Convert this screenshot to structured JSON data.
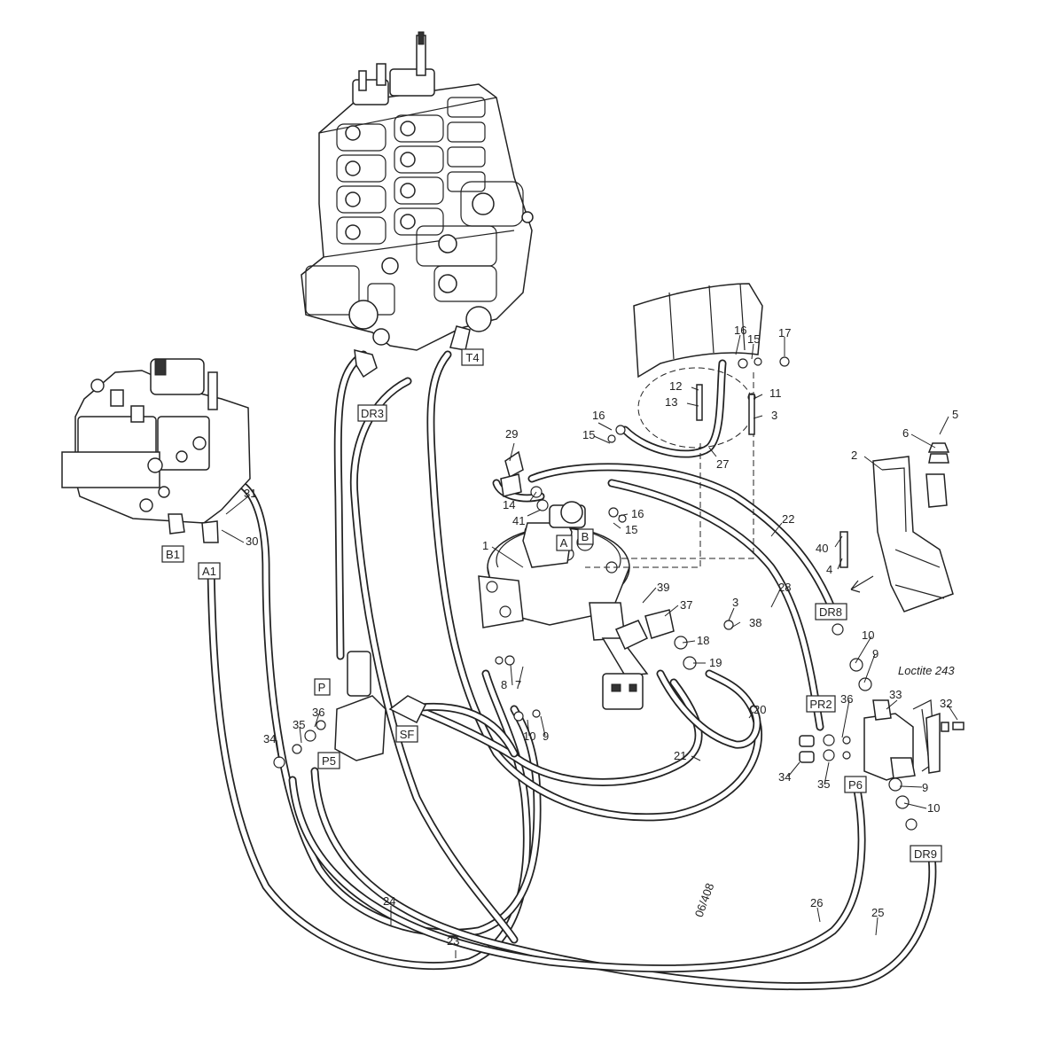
{
  "ports": [
    {
      "id": "T4",
      "text": "T4"
    },
    {
      "id": "DR3",
      "text": "DR3"
    },
    {
      "id": "B1",
      "text": "B1"
    },
    {
      "id": "A1",
      "text": "A1"
    },
    {
      "id": "P",
      "text": "P"
    },
    {
      "id": "P5",
      "text": "P5"
    },
    {
      "id": "SF",
      "text": "SF"
    },
    {
      "id": "A",
      "text": "A"
    },
    {
      "id": "B",
      "text": "B"
    },
    {
      "id": "DR8",
      "text": "DR8"
    },
    {
      "id": "PR2",
      "text": "PR2"
    },
    {
      "id": "P6",
      "text": "P6"
    },
    {
      "id": "DR9",
      "text": "DR9"
    }
  ],
  "callouts": [
    "1",
    "2",
    "3",
    "3",
    "4",
    "5",
    "6",
    "7",
    "8",
    "9",
    "9",
    "9",
    "10",
    "10",
    "10",
    "11",
    "12",
    "13",
    "14",
    "15",
    "15",
    "15",
    "16",
    "16",
    "16",
    "17",
    "18",
    "19",
    "20",
    "21",
    "22",
    "23",
    "24",
    "25",
    "26",
    "27",
    "28",
    "29",
    "30",
    "31",
    "32",
    "33",
    "34",
    "34",
    "35",
    "35",
    "36",
    "36",
    "37",
    "38",
    "39",
    "40",
    "41"
  ],
  "note": "Loctite 243",
  "drawing_ref": "06/408"
}
